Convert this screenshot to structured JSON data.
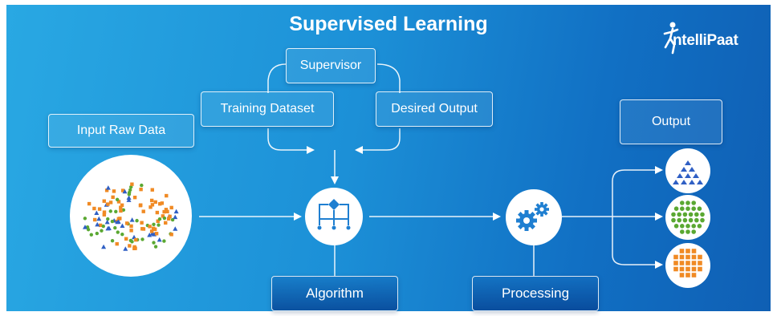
{
  "title": "Supervised Learning",
  "brand": {
    "name": "ntelliPaat",
    "logo_icon": "running-figure-logo"
  },
  "nodes": {
    "supervisor": "Supervisor",
    "training_dataset": "Training Dataset",
    "desired_output": "Desired Output",
    "input_raw_data": "Input Raw Data",
    "algorithm": "Algorithm",
    "processing": "Processing",
    "output": "Output"
  },
  "icons": {
    "algorithm": "flowchart-decision-icon",
    "processing": "gears-icon",
    "input": "scatter-mixed-shapes-icon",
    "output_1": "blue-triangles-icon",
    "output_2": "green-dots-icon",
    "output_3": "orange-squares-icon"
  },
  "colors": {
    "background_start": "#29a8e3",
    "background_end": "#0f5fb4",
    "triangle_blue": "#2f5fc4",
    "dot_green": "#5aa832",
    "square_orange": "#f08a24"
  }
}
